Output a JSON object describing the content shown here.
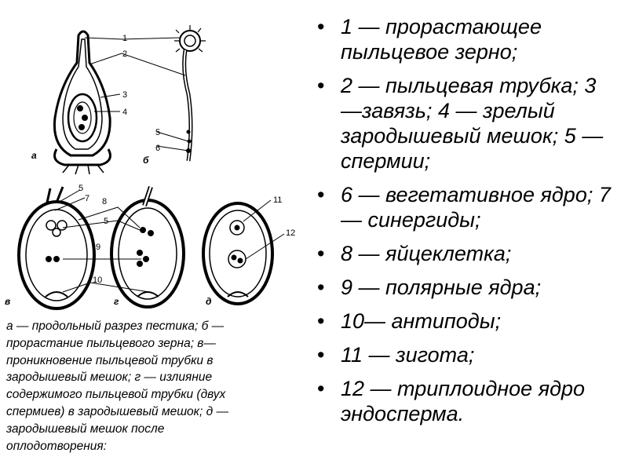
{
  "legend": [
    "1 — прорастающее пыльцевое зерно;",
    "2 — пыльцевая трубка; 3 —завязь; 4 — зрелый зародышевый мешок; 5 — спермии;",
    "6 — вегетативное ядро; 7 — синергиды;",
    "8 — яйцеклетка;",
    "9 — полярные ядра;",
    "10— антиподы;",
    "11 — зигота;",
    "12 — триплоидное ядро эндосперма."
  ],
  "caption_lines": [
    "а — продольный разрез пестика; б —",
    " прорастание пыльцевого зерна; в—",
    " проникновение пыльцевой трубки в",
    "зародышевый мешок; г — излияние",
    "содержимого пыльцевой трубки (двух",
    "спермиев) в зародышевый мешок; д —",
    " зародышевый мешок после",
    "оплодотворения:"
  ],
  "figure": {
    "panel_letters": [
      "а",
      "б",
      "в",
      "г",
      "д"
    ],
    "callout_numbers": [
      "1",
      "2",
      "3",
      "4",
      "5",
      "6",
      "5",
      "7",
      "8",
      "5",
      "9",
      "10",
      "11",
      "12"
    ]
  }
}
